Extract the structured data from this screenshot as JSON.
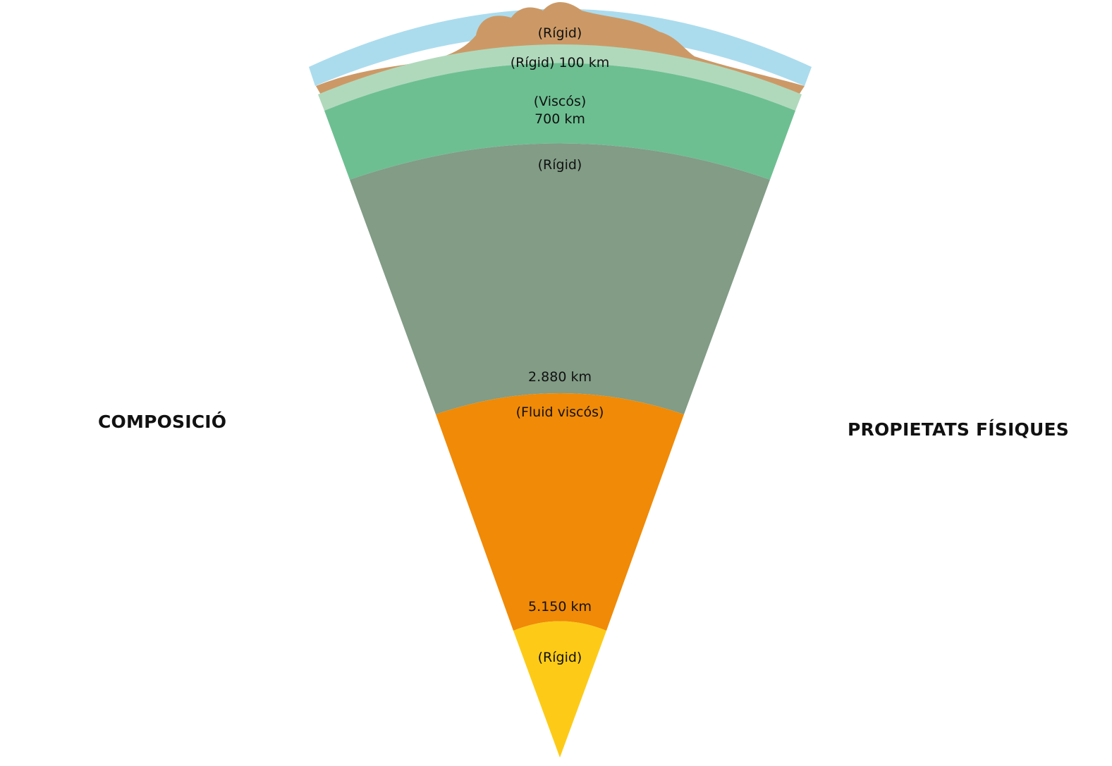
{
  "side_titles": {
    "left": "COMPOSICIÓ",
    "right": "PROPIETATS FÍSIQUES"
  },
  "layers": [
    {
      "id": "hydrosphere",
      "color": "#ABDCEE",
      "labels": []
    },
    {
      "id": "lithosphere-crust",
      "color": "#CC9966",
      "labels": [
        "(Rígid)"
      ]
    },
    {
      "id": "lithosphere-mantle",
      "color": "#B0D9BC",
      "labels": [
        "(Rígid) 100 km"
      ]
    },
    {
      "id": "asthenosphere",
      "color": "#6DBF91",
      "labels": [
        "(Viscós)",
        "700 km"
      ]
    },
    {
      "id": "mesosphere",
      "color": "#829C86",
      "labels": [
        "(Rígid)",
        "2.880 km"
      ]
    },
    {
      "id": "outer-core",
      "color": "#F08A07",
      "labels": [
        "(Fluid viscós)",
        "5.150 km"
      ]
    },
    {
      "id": "inner-core",
      "color": "#FDCB17",
      "labels": [
        "(Rígid)"
      ]
    }
  ]
}
